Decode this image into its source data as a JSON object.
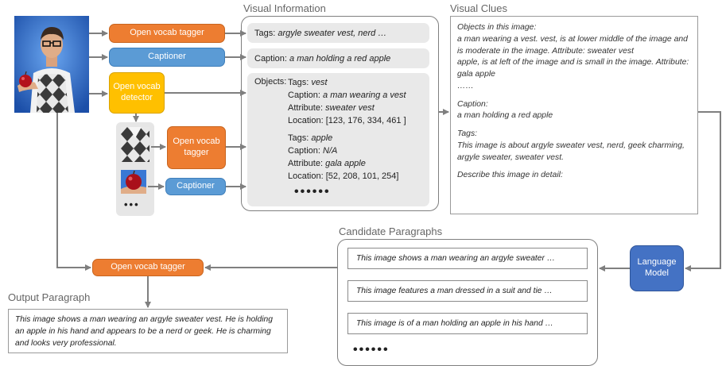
{
  "sections": {
    "visual_information": "Visual Information",
    "visual_clues": "Visual Clues",
    "candidate_paragraphs": "Candidate Paragraphs",
    "output_paragraph": "Output Paragraph"
  },
  "modules": {
    "open_vocab_tagger": "Open vocab tagger",
    "captioner": "Captioner",
    "open_vocab_detector": "Open vocab detector",
    "crop_tagger": "Open vocab tagger",
    "crop_captioner": "Captioner",
    "bottom_tagger": "Open vocab tagger",
    "language_model": "Language Model"
  },
  "crop_ellipsis": "•••",
  "visual_info": {
    "tags_label": "Tags:",
    "tags_value": "argyle sweater vest, nerd …",
    "caption_label": "Caption:",
    "caption_value": "a man holding a red apple",
    "objects_label": "Objects:",
    "objects": [
      {
        "tags_label": "Tags:",
        "tags": "vest",
        "caption_label": "Caption:",
        "caption": "a man wearing a vest",
        "attribute_label": "Attribute:",
        "attribute": "sweater vest",
        "location_label": "Location:",
        "location": "[123, 176, 334, 461 ]"
      },
      {
        "tags_label": "Tags:",
        "tags": "apple",
        "caption_label": "Caption:",
        "caption": "N/A",
        "attribute_label": "Attribute:",
        "attribute": "gala apple",
        "location_label": "Location:",
        "location": "[52, 208,  101, 254]"
      }
    ],
    "ellipsis": "••••••"
  },
  "visual_clues_text": {
    "objects_header": "Objects in this image:",
    "objects_line1": "a man wearing a vest. vest, is at lower middle of the image and is moderate in the image. Attribute: sweater vest",
    "objects_line2": "apple, is at left of the image and is small in the image. Attribute: gala apple",
    "objects_more": "……",
    "caption_header": "Caption:",
    "caption_text": "a man holding a red apple",
    "tags_header": "Tags:",
    "tags_text": "This image is about argyle sweater vest, nerd, geek charming, argyle sweater, sweater vest.",
    "prompt": "Describe this image in detail:"
  },
  "candidates": [
    "This image shows a man wearing an argyle sweater …",
    "This image features a man dressed in a suit and tie …",
    "This image is of a man holding an apple in his hand …"
  ],
  "candidates_ellipsis": "••••••",
  "output_text": "This image shows a man wearing an argyle sweater vest. He is holding an apple in his hand and appears to be a nerd or geek. He is charming and looks very professional.",
  "colors": {
    "tagger": "#ED7D31",
    "captioner": "#5B9BD5",
    "detector": "#FFC000",
    "language_model": "#4472C4",
    "arrow": "#7f7f7f"
  }
}
